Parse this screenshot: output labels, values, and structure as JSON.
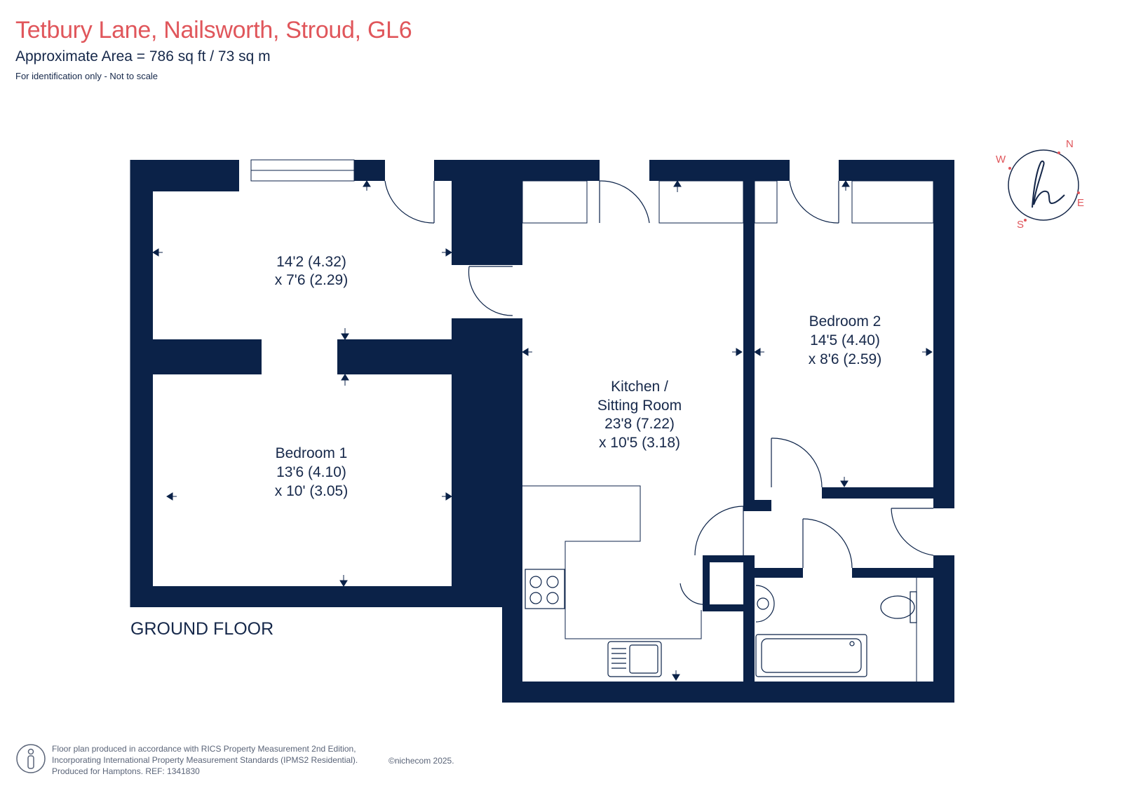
{
  "header": {
    "title": "Tetbury Lane, Nailsworth, Stroud, GL6",
    "area": "Approximate Area = 786 sq ft / 73 sq m",
    "note": "For identification only - Not to scale"
  },
  "rooms": {
    "hall": {
      "line1": "14'2 (4.32)",
      "line2": "x 7'6 (2.29)"
    },
    "bedroom1": {
      "name": "Bedroom 1",
      "line1": "13'6 (4.10)",
      "line2": "x 10' (3.05)"
    },
    "kitchen": {
      "name1": "Kitchen /",
      "name2": "Sitting Room",
      "line1": "23'8 (7.22)",
      "line2": "x 10'5 (3.18)"
    },
    "bedroom2": {
      "name": "Bedroom 2",
      "line1": "14'5 (4.40)",
      "line2": "x 8'6 (2.59)"
    }
  },
  "floor_label": "GROUND FLOOR",
  "compass": {
    "n": "N",
    "e": "E",
    "s": "S",
    "w": "W",
    "logo": "h"
  },
  "footer": {
    "line1": "Floor plan produced in accordance with RICS Property Measurement 2nd Edition,",
    "line2": "Incorporating International Property Measurement Standards (IPMS2 Residential).",
    "line3": "Produced for Hamptons.   REF:  1341830",
    "copyright": "©nichecom 2025."
  },
  "colors": {
    "wall": "#0b2248",
    "title": "#e0565b",
    "compass": "#e0565b",
    "text": "#16284a"
  }
}
